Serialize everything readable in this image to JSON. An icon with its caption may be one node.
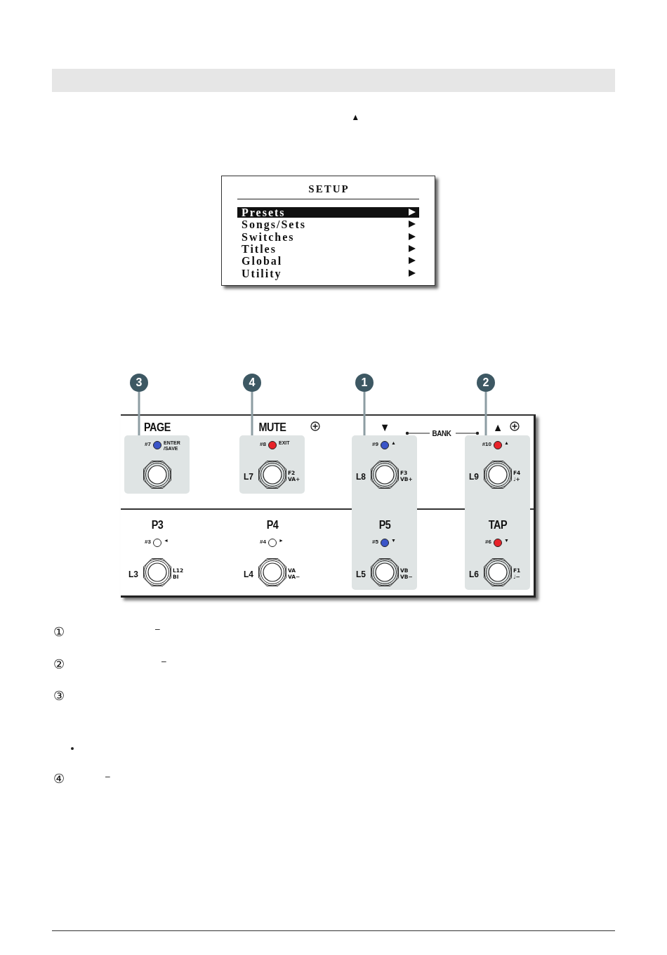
{
  "diagram": {
    "nodes": [
      {
        "text": [
          "SETUP",
          "Presets",
          "Songs/Sets",
          "Switches",
          "Titles",
          "Global",
          "Utility"
        ]
      },
      {
        "text": [
          "3"
        ]
      },
      {
        "text": [
          "4"
        ]
      },
      {
        "text": [
          "1"
        ]
      },
      {
        "text": [
          "2"
        ]
      },
      {
        "text": [
          "PAGE",
          "#7",
          "ENTER /SAVE"
        ]
      },
      {
        "text": [
          "MUTE",
          "#8",
          "EXIT",
          "L7",
          "F2 VA+"
        ]
      },
      {
        "text": [
          "▼",
          "#9",
          "▲",
          "L8",
          "F3 VB+",
          "P5",
          "#5",
          "▼",
          "L5",
          "VB VB−"
        ]
      },
      {
        "text": [
          "▲",
          "#10",
          "▲",
          "L9",
          "F4 ♩+",
          "TAP",
          "#6",
          "▼",
          "L6",
          "F1 ♩−"
        ]
      }
    ],
    "edges": [
      {
        "from": 1,
        "to": 5,
        "arrow": "none"
      },
      {
        "from": 2,
        "to": 6,
        "arrow": "none"
      },
      {
        "from": 3,
        "to": 7,
        "arrow": "none"
      },
      {
        "from": 4,
        "to": 8,
        "arrow": "none"
      }
    ],
    "labels": [
      "▲",
      "BANK",
      "P3",
      "#3",
      "◄",
      "L3",
      "L12 BI",
      "P4",
      "#4",
      "►",
      "L4",
      "VA VA−",
      "①",
      "–",
      "②",
      "–",
      "③",
      "④",
      "–"
    ]
  }
}
